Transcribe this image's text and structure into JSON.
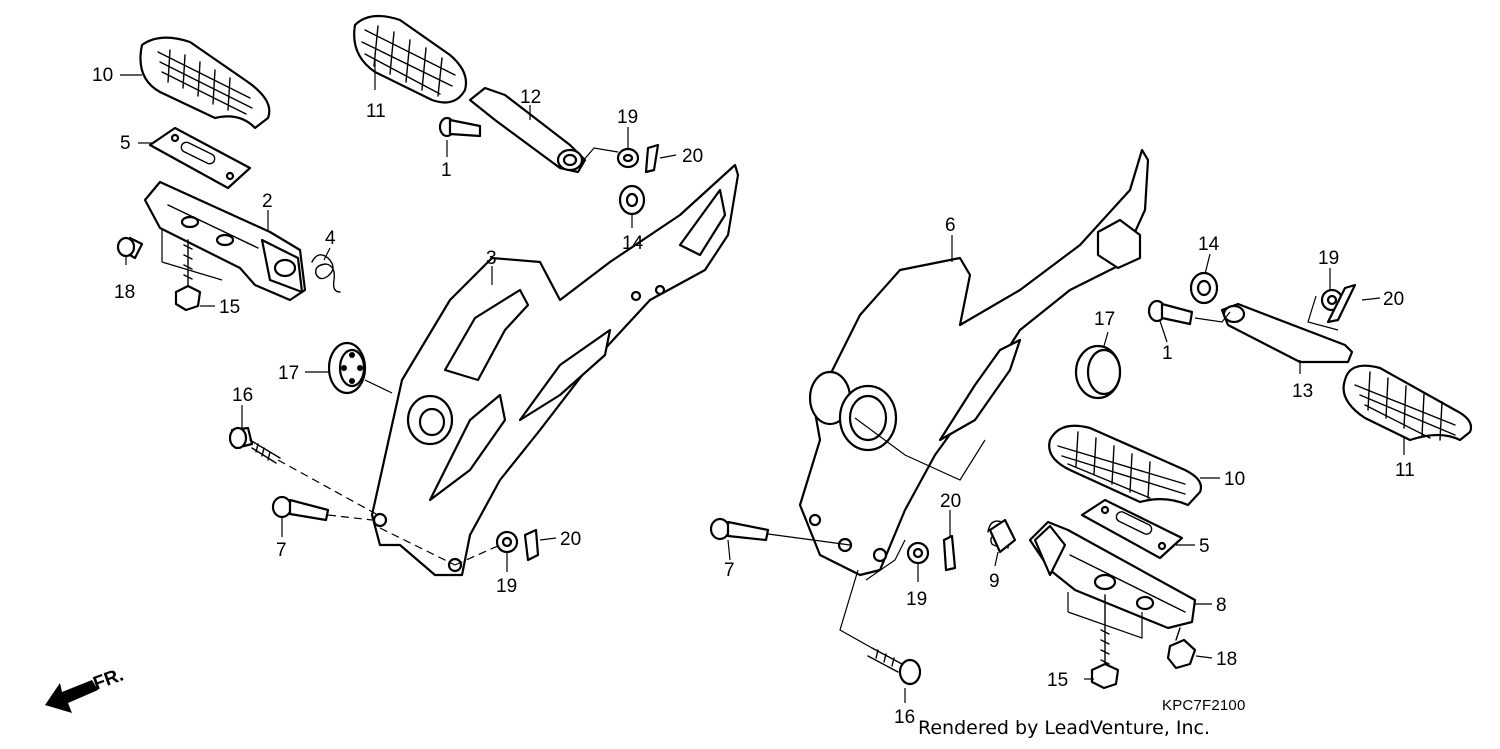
{
  "diagram": {
    "code": "KPC7F2100",
    "credit": "Rendered by LeadVenture, Inc.",
    "front_marker": "FR.",
    "callouts": [
      "10",
      "11",
      "12",
      "5",
      "19",
      "20",
      "1",
      "2",
      "4",
      "14",
      "18",
      "15",
      "3",
      "17",
      "16",
      "7",
      "19",
      "20",
      "6",
      "14",
      "19",
      "20",
      "17",
      "1",
      "13",
      "11",
      "10",
      "5",
      "8",
      "20",
      "9",
      "7",
      "19",
      "18",
      "15",
      "16"
    ]
  }
}
